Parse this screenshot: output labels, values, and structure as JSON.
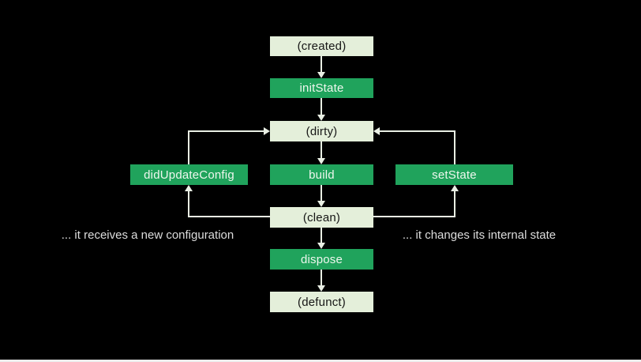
{
  "window": {
    "background": "#000000"
  },
  "diagram": {
    "type": "state-flow",
    "subject": "widget lifecycle",
    "nodes": {
      "created": {
        "label": "(created)",
        "kind": "state"
      },
      "init_state": {
        "label": "initState",
        "kind": "method"
      },
      "dirty": {
        "label": "(dirty)",
        "kind": "state"
      },
      "did_update_config": {
        "label": "didUpdateConfig",
        "kind": "method"
      },
      "build": {
        "label": "build",
        "kind": "method"
      },
      "set_state": {
        "label": "setState",
        "kind": "method"
      },
      "clean": {
        "label": "(clean)",
        "kind": "state"
      },
      "dispose": {
        "label": "dispose",
        "kind": "method"
      },
      "defunct": {
        "label": "(defunct)",
        "kind": "state"
      }
    },
    "edges": [
      {
        "from": "(created)",
        "to": "initState"
      },
      {
        "from": "initState",
        "to": "(dirty)"
      },
      {
        "from": "(dirty)",
        "to": "build"
      },
      {
        "from": "build",
        "to": "(clean)"
      },
      {
        "from": "(clean)",
        "to": "dispose"
      },
      {
        "from": "dispose",
        "to": "(defunct)"
      },
      {
        "from": "(clean)",
        "to": "didUpdateConfig"
      },
      {
        "from": "didUpdateConfig",
        "to": "(dirty)"
      },
      {
        "from": "(clean)",
        "to": "setState"
      },
      {
        "from": "setState",
        "to": "(dirty)"
      }
    ],
    "captions": {
      "left": "... it receives a new configuration",
      "right": "... it changes its internal state"
    },
    "colors": {
      "background": "#000000",
      "method_box": "#20a35c",
      "state_box": "#e4efda",
      "method_text": "#eef7ee",
      "state_text": "#161616",
      "arrow": "#e9efe4",
      "caption_text": "#dcdcdc",
      "bottom_line": "#ededed"
    }
  }
}
